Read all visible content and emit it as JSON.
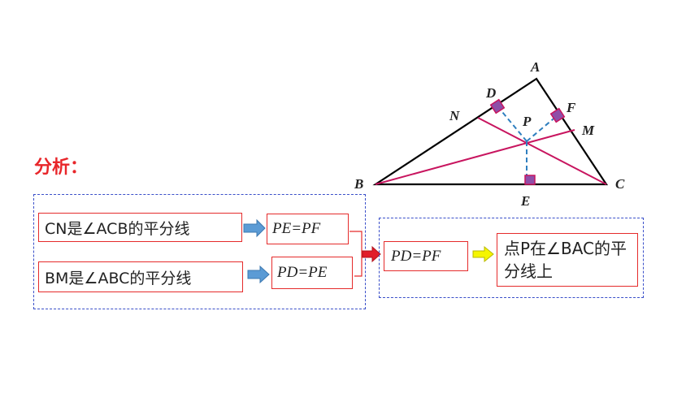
{
  "heading": "分析：",
  "triangle": {
    "labels": {
      "A": "A",
      "B": "B",
      "C": "C",
      "D": "D",
      "E": "E",
      "F": "F",
      "M": "M",
      "N": "N",
      "P": "P"
    },
    "colors": {
      "sides": "#000000",
      "bisectors": "#c8155f",
      "perpendiculars": "#2f7fbf",
      "right_angle_marks": "#8e4fa8"
    }
  },
  "left_group": {
    "row1": {
      "premise": "CN是∠ACB的平分线",
      "result": "PE=PF"
    },
    "row2": {
      "premise": "BM是∠ABC的平分线",
      "result": "PD=PE"
    }
  },
  "right_group": {
    "combined": "PD=PF",
    "conclusion": "点P在∠BAC的平分线上"
  },
  "arrow_colors": {
    "blue": "#5b9bd5",
    "red": "#e11d2a",
    "yellow": "#f5f500"
  }
}
